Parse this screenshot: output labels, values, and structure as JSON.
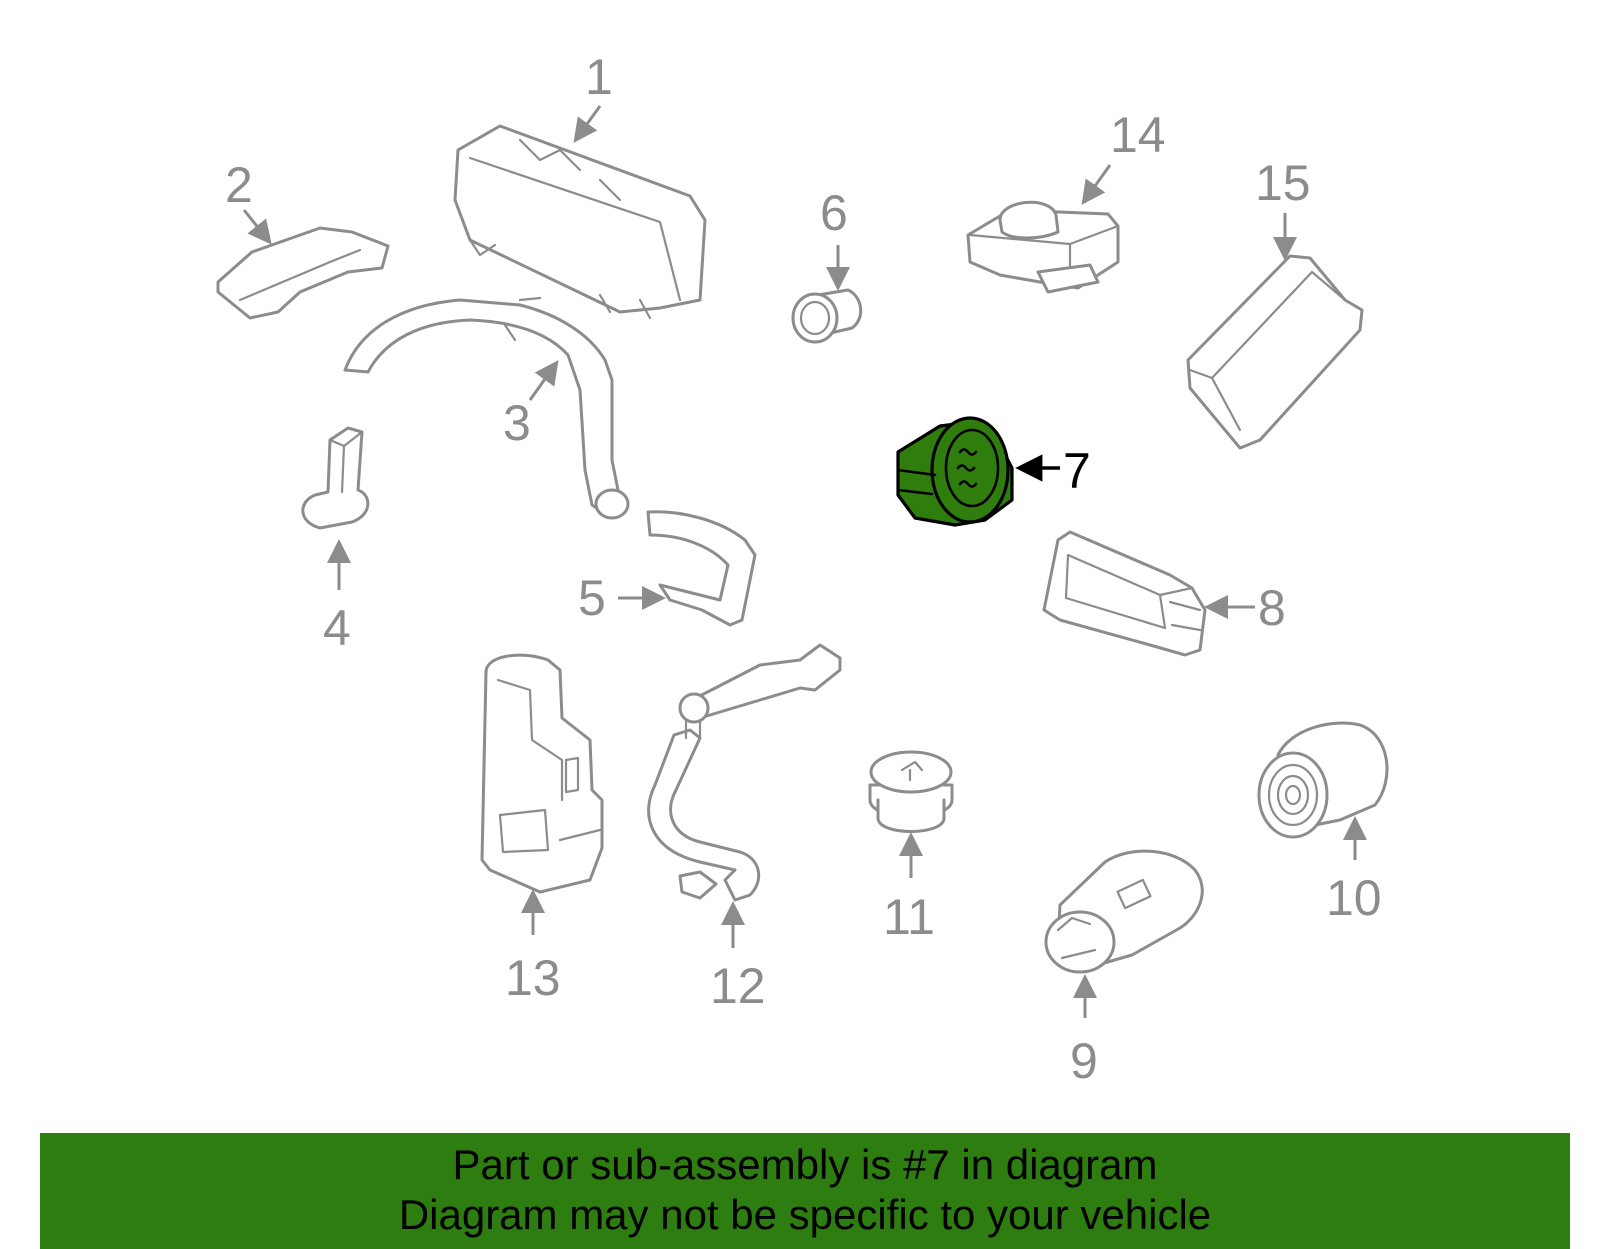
{
  "diagram": {
    "callouts": [
      "1",
      "2",
      "3",
      "4",
      "5",
      "6",
      "7",
      "8",
      "9",
      "10",
      "11",
      "12",
      "13",
      "14",
      "15"
    ],
    "highlighted_part": "7",
    "colors": {
      "highlight": "#2f7d0c",
      "line": "#8c8c8c",
      "banner": "#2e7d10"
    }
  },
  "banner": {
    "line1": "Part or sub-assembly is #7 in diagram",
    "line2": "Diagram may not be specific to your vehicle"
  }
}
